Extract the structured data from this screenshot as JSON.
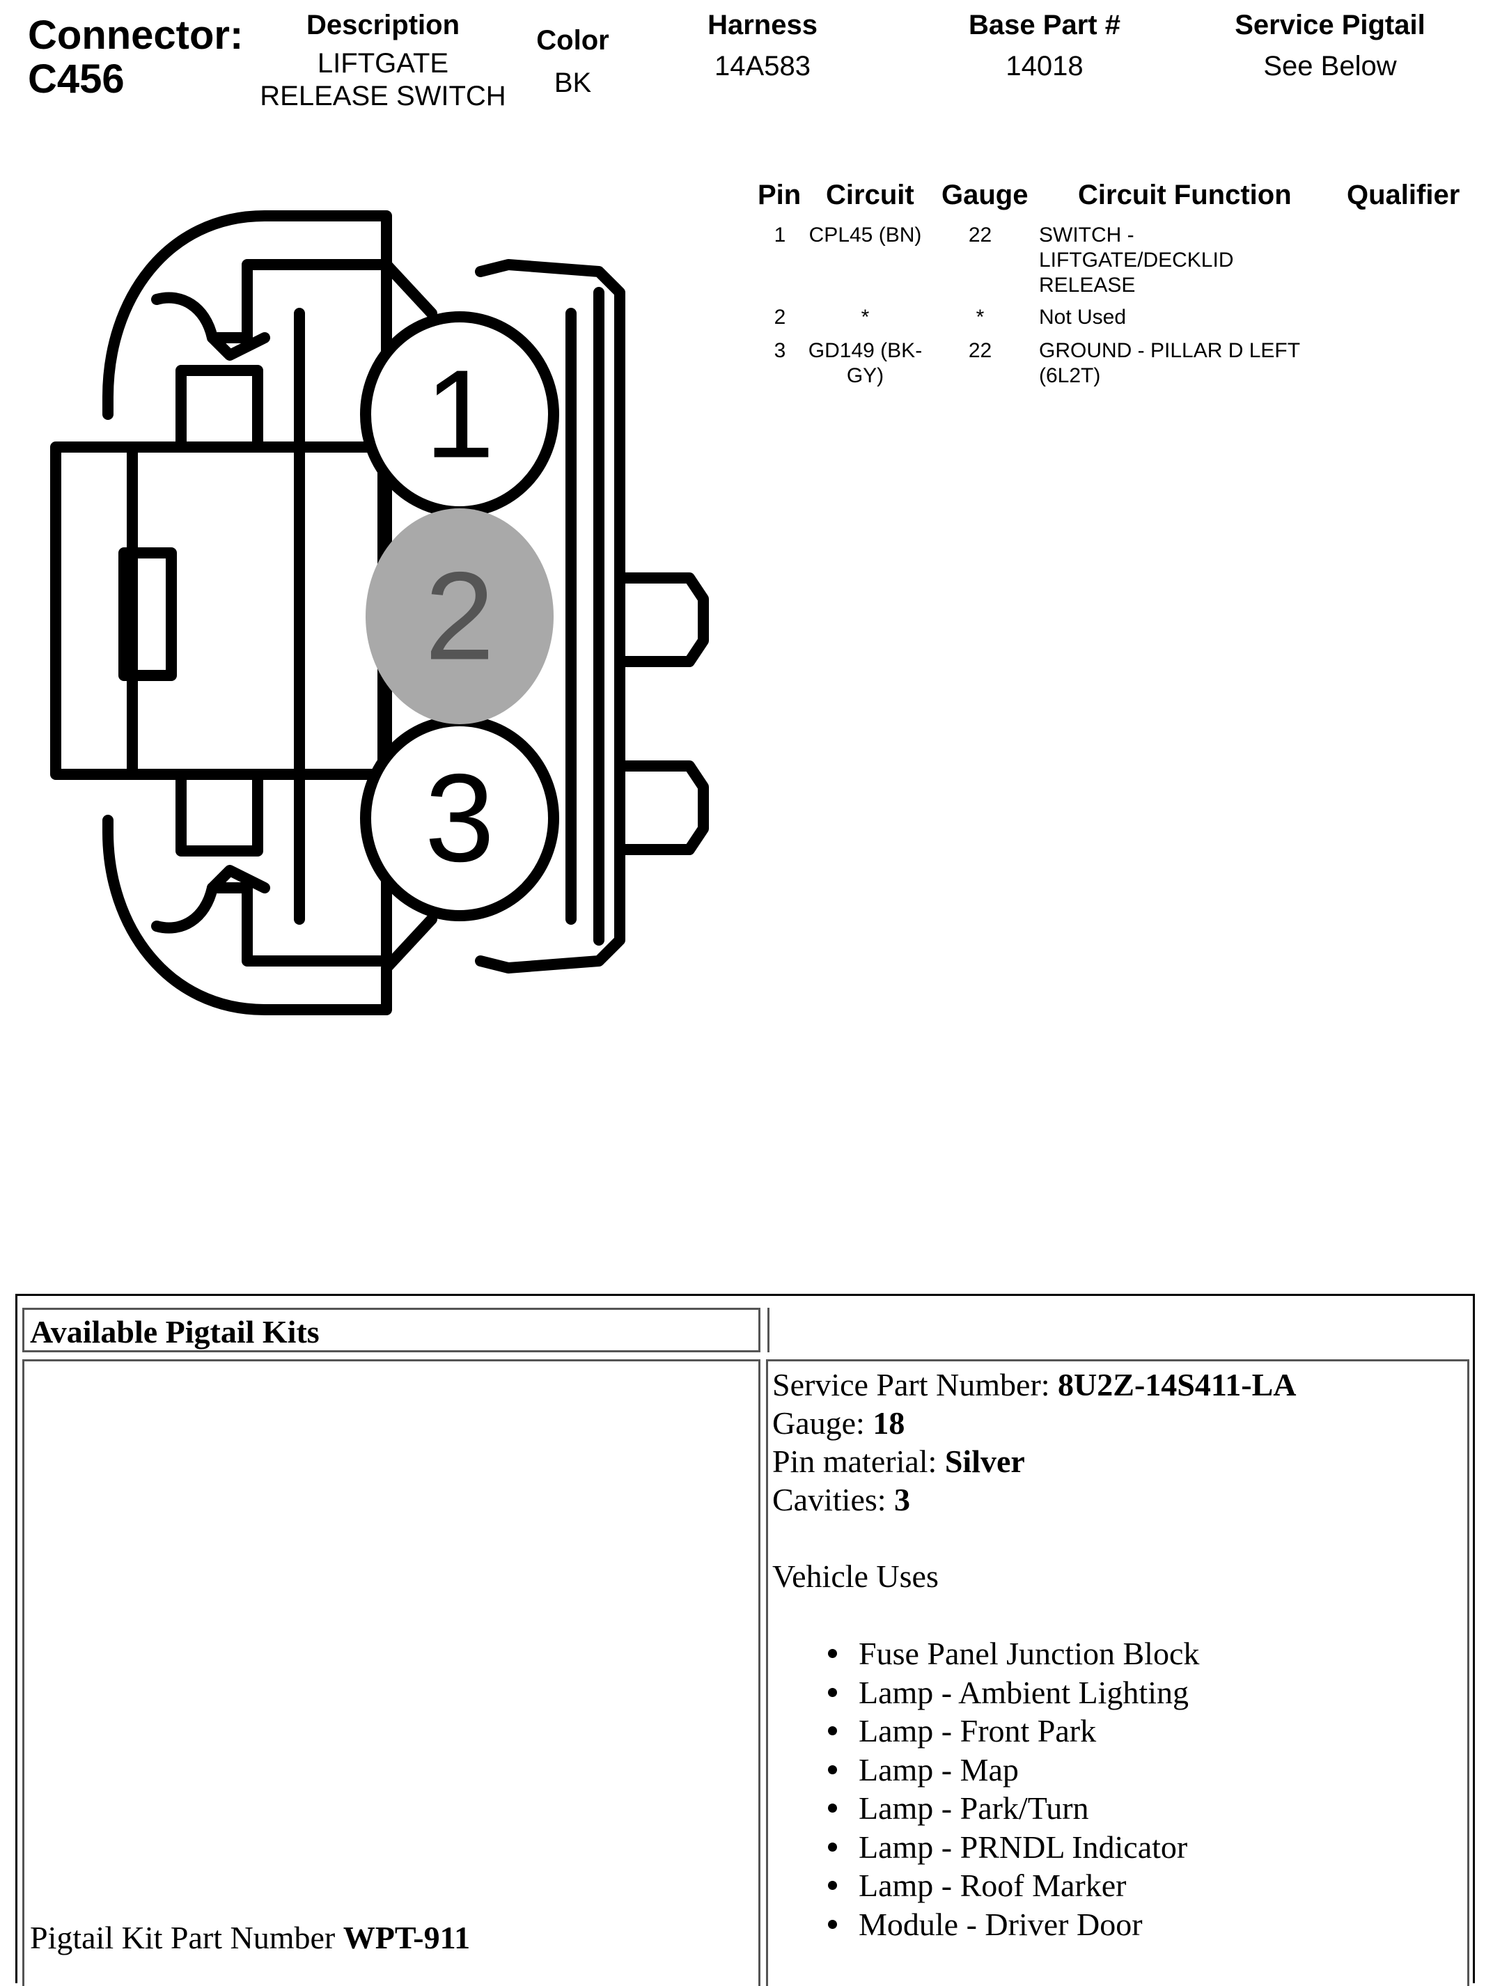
{
  "connector": {
    "label": "Connector:",
    "id": "C456"
  },
  "header": {
    "description": {
      "label": "Description",
      "value_line1": "LIFTGATE",
      "value_line2": "RELEASE SWITCH"
    },
    "color": {
      "label": "Color",
      "value": "BK"
    },
    "harness": {
      "label": "Harness",
      "value": "14A583"
    },
    "base_part": {
      "label": "Base Part #",
      "value": "14018"
    },
    "service_pigtail": {
      "label": "Service Pigtail",
      "value": "See Below"
    }
  },
  "pin_table": {
    "headers": {
      "pin": "Pin",
      "circuit": "Circuit",
      "gauge": "Gauge",
      "function": "Circuit Function",
      "qualifier": "Qualifier"
    },
    "rows": [
      {
        "pin": "1",
        "circuit_line1": "CPL45 (BN)",
        "circuit_line2": "",
        "gauge": "22",
        "function_line1": "SWITCH -",
        "function_line2": "LIFTGATE/DECKLID",
        "function_line3": "RELEASE"
      },
      {
        "pin": "2",
        "circuit_line1": "*",
        "circuit_line2": "",
        "gauge": "*",
        "function_line1": "Not Used",
        "function_line2": "",
        "function_line3": ""
      },
      {
        "pin": "3",
        "circuit_line1": "GD149 (BK-",
        "circuit_line2": "GY)",
        "gauge": "22",
        "function_line1": "GROUND - PILLAR D LEFT",
        "function_line2": "(6L2T)",
        "function_line3": ""
      }
    ]
  },
  "diagram": {
    "pin_labels": [
      "1",
      "2",
      "3"
    ],
    "colors": {
      "outline": "#000000",
      "unused_pin_fill": "#a9a9a9",
      "unused_pin_text": "#555555"
    }
  },
  "pigtail": {
    "title": "Available Pigtail Kits",
    "kit_part_label": "Pigtail Kit Part Number ",
    "kit_part_number": "WPT-911",
    "service_part_label": "Service Part Number: ",
    "service_part_number": "8U2Z-14S411-LA",
    "gauge_label": "Gauge: ",
    "gauge_value": "18",
    "pin_material_label": "Pin material: ",
    "pin_material_value": "Silver",
    "cavities_label": "Cavities: ",
    "cavities_value": "3",
    "vehicle_uses_label": "Vehicle Uses",
    "vehicle_uses": [
      "Fuse Panel Junction Block",
      "Lamp - Ambient Lighting",
      "Lamp - Front Park",
      "Lamp - Map",
      "Lamp - Park/Turn",
      "Lamp - PRNDL Indicator",
      "Lamp - Roof Marker",
      "Module - Driver Door"
    ]
  }
}
